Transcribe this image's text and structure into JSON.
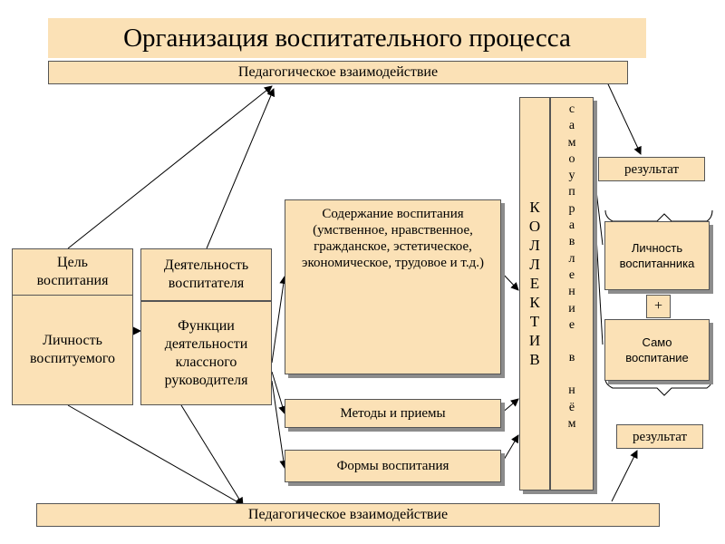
{
  "title": "Организация воспитательного процесса",
  "top_bar": "Педагогическое взаимодействие",
  "bottom_bar": "Педагогическое взаимодействие",
  "goal": {
    "heading": "Цель воспитания",
    "body": "Личность воспитуемого"
  },
  "educator": {
    "heading": "Деятельность воспитателя",
    "body": "Функции деятельности классного руководителя"
  },
  "content": "Содержание воспитания (умственное, нравственное, гражданское, эстетическое, экономическое, трудовое и т.д.)",
  "methods": "Методы и приемы",
  "forms": "Формы воспитания",
  "collective_letters": [
    "К",
    "О",
    "Л",
    "Л",
    "Е",
    "К",
    "Т",
    "И",
    "В"
  ],
  "self_gov_letters": [
    "с",
    "а",
    "м",
    "о",
    "у",
    "п",
    "р",
    "а",
    "в",
    "л",
    "е",
    "н",
    "и",
    "е",
    "",
    "в",
    "",
    "н",
    "ё",
    "м"
  ],
  "result_top": "результат",
  "result_bottom": "результат",
  "personality": "Личность воспитанника",
  "plus": "+",
  "self_education": "Само воспитание"
}
